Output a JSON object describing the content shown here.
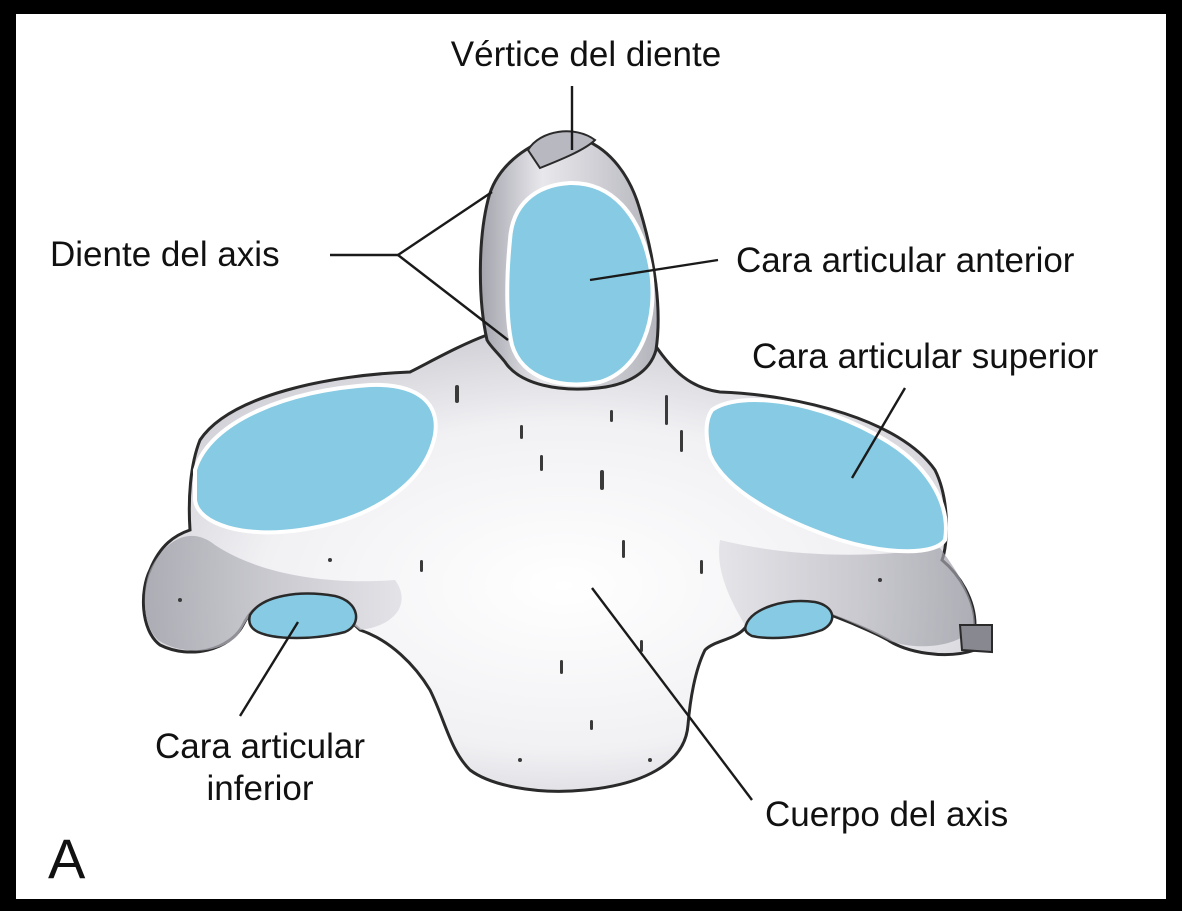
{
  "figure": {
    "panel_letter": "A",
    "colors": {
      "background": "#000000",
      "panel": "#ffffff",
      "bone": "#f4f4f6",
      "bone_shadow": "#9a9aa3",
      "articular_facet": "#86cbe3",
      "text": "#111111"
    },
    "labels": {
      "apex": "Vértice del diente",
      "dens": "Diente del axis",
      "anterior_facet": "Cara articular anterior",
      "superior_facet": "Cara articular superior",
      "inferior_facet_line1": "Cara articular",
      "inferior_facet_line2": "inferior",
      "body": "Cuerpo del axis"
    }
  }
}
